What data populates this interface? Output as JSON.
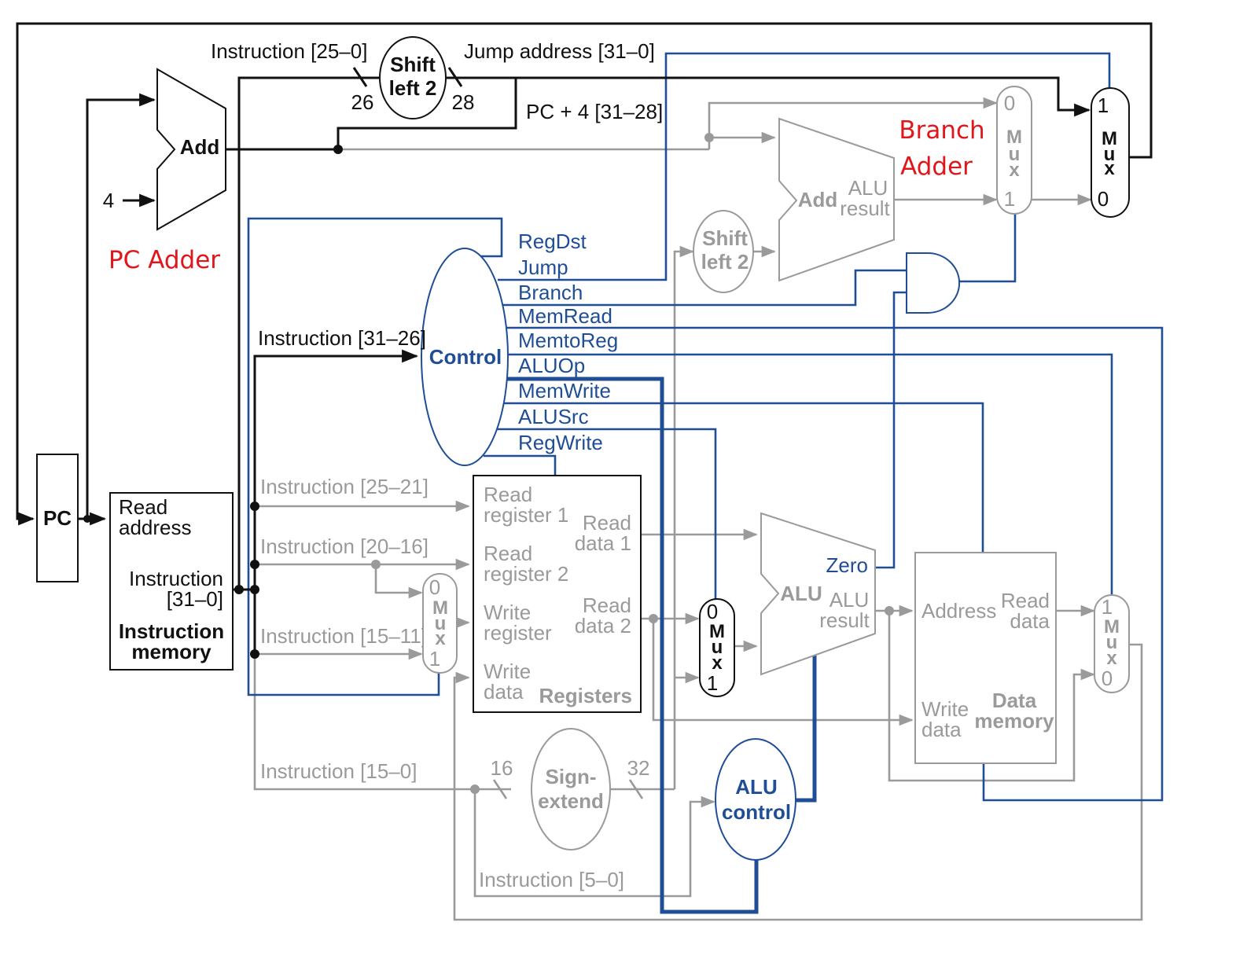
{
  "labels": {
    "instr_25_0": "Instruction [25–0]",
    "jump_address": "Jump address [31–0]",
    "pc4_31_28": "PC + 4 [31–28]",
    "n26": "26",
    "n28": "28",
    "shift_left": "Shift",
    "shift_left2": "left 2",
    "add": "Add",
    "four": "4",
    "pc_adder": "PC Adder",
    "branch": "Branch",
    "adder": "Adder",
    "alu_result_1": "ALU",
    "alu_result_2": "result",
    "pc": "PC",
    "read_address_1": "Read",
    "read_address_2": "address",
    "instruction": "Instruction",
    "instr_31_0": "[31–0]",
    "instruction_memory_1": "Instruction",
    "instruction_memory_2": "memory",
    "instr_31_26": "Instruction [31–26]",
    "control": "Control",
    "sig_regdst": "RegDst",
    "sig_jump": "Jump",
    "sig_branch": "Branch",
    "sig_memread": "MemRead",
    "sig_memtoreg": "MemtoReg",
    "sig_aluop": "ALUOp",
    "sig_memwrite": "MemWrite",
    "sig_alusrc": "ALUSrc",
    "sig_regwrite": "RegWrite",
    "instr_25_21": "Instruction [25–21]",
    "instr_20_16": "Instruction [20–16]",
    "instr_15_11": "Instruction [15–11]",
    "instr_15_0": "Instruction [15–0]",
    "instr_5_0": "Instruction [5–0]",
    "read_register_1a": "Read",
    "read_register_1b": "register 1",
    "read_register_2a": "Read",
    "read_register_2b": "register 2",
    "write_register_a": "Write",
    "write_register_b": "register",
    "write_data_a": "Write",
    "write_data_b": "data",
    "read_data_1a": "Read",
    "read_data_1b": "data 1",
    "read_data_2a": "Read",
    "read_data_2b": "data 2",
    "registers": "Registers",
    "n16": "16",
    "n32": "32",
    "sign_extend_1": "Sign-",
    "sign_extend_2": "extend",
    "alu": "ALU",
    "zero": "Zero",
    "alu_control_1": "ALU",
    "alu_control_2": "control",
    "address": "Address",
    "dm_read_data_1": "Read",
    "dm_read_data_2": "data",
    "dm_write_data_1": "Write",
    "dm_write_data_2": "data",
    "data_memory_1": "Data",
    "data_memory_2": "memory",
    "mux_m": "M",
    "mux_u": "u",
    "mux_x": "x",
    "zero_input": "0",
    "one_input": "1"
  },
  "colors": {
    "active_path": "#111111",
    "control_path": "#1f4e96",
    "inactive_path": "#9a9a9a",
    "annotation": "#e0161b"
  }
}
